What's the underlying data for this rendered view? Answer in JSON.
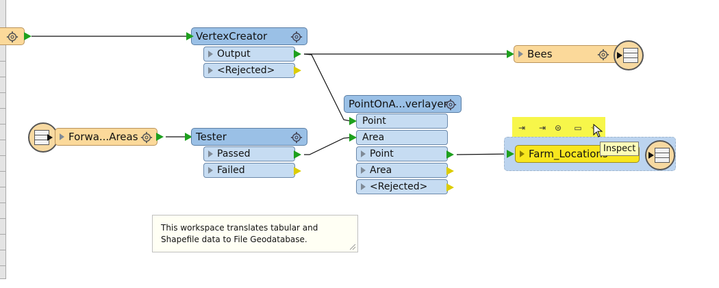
{
  "left_feature_stub": {
    "label": ""
  },
  "vertex_creator": {
    "title": "VertexCreator",
    "ports": [
      "Output",
      "<Rejected>"
    ]
  },
  "bees": {
    "label": "Bees"
  },
  "forward_areas": {
    "label": "Forwa...Areas"
  },
  "tester": {
    "title": "Tester",
    "ports": [
      "Passed",
      "Failed"
    ]
  },
  "point_on_area": {
    "title": "PointOnA...verlayer",
    "inputs": [
      "Point",
      "Area"
    ],
    "outputs": [
      "Point",
      "Area",
      "<Rejected>"
    ]
  },
  "farm_locations": {
    "label": "Farm_Locations"
  },
  "tooltip": {
    "text": "Inspect"
  },
  "annotation": {
    "line1": "This workspace translates tabular and",
    "line2": "Shapefile data to File Geodatabase."
  },
  "colors": {
    "transformer": "#9ac0e6",
    "port": "#c6dcf2",
    "feature_type": "#fbd99a",
    "selected_feature_type": "#f8e61e",
    "connection": "#111111",
    "output_port": "#1ea01e",
    "rejected_port": "#dccc00",
    "toolbar_highlight": "#f7f64a"
  }
}
